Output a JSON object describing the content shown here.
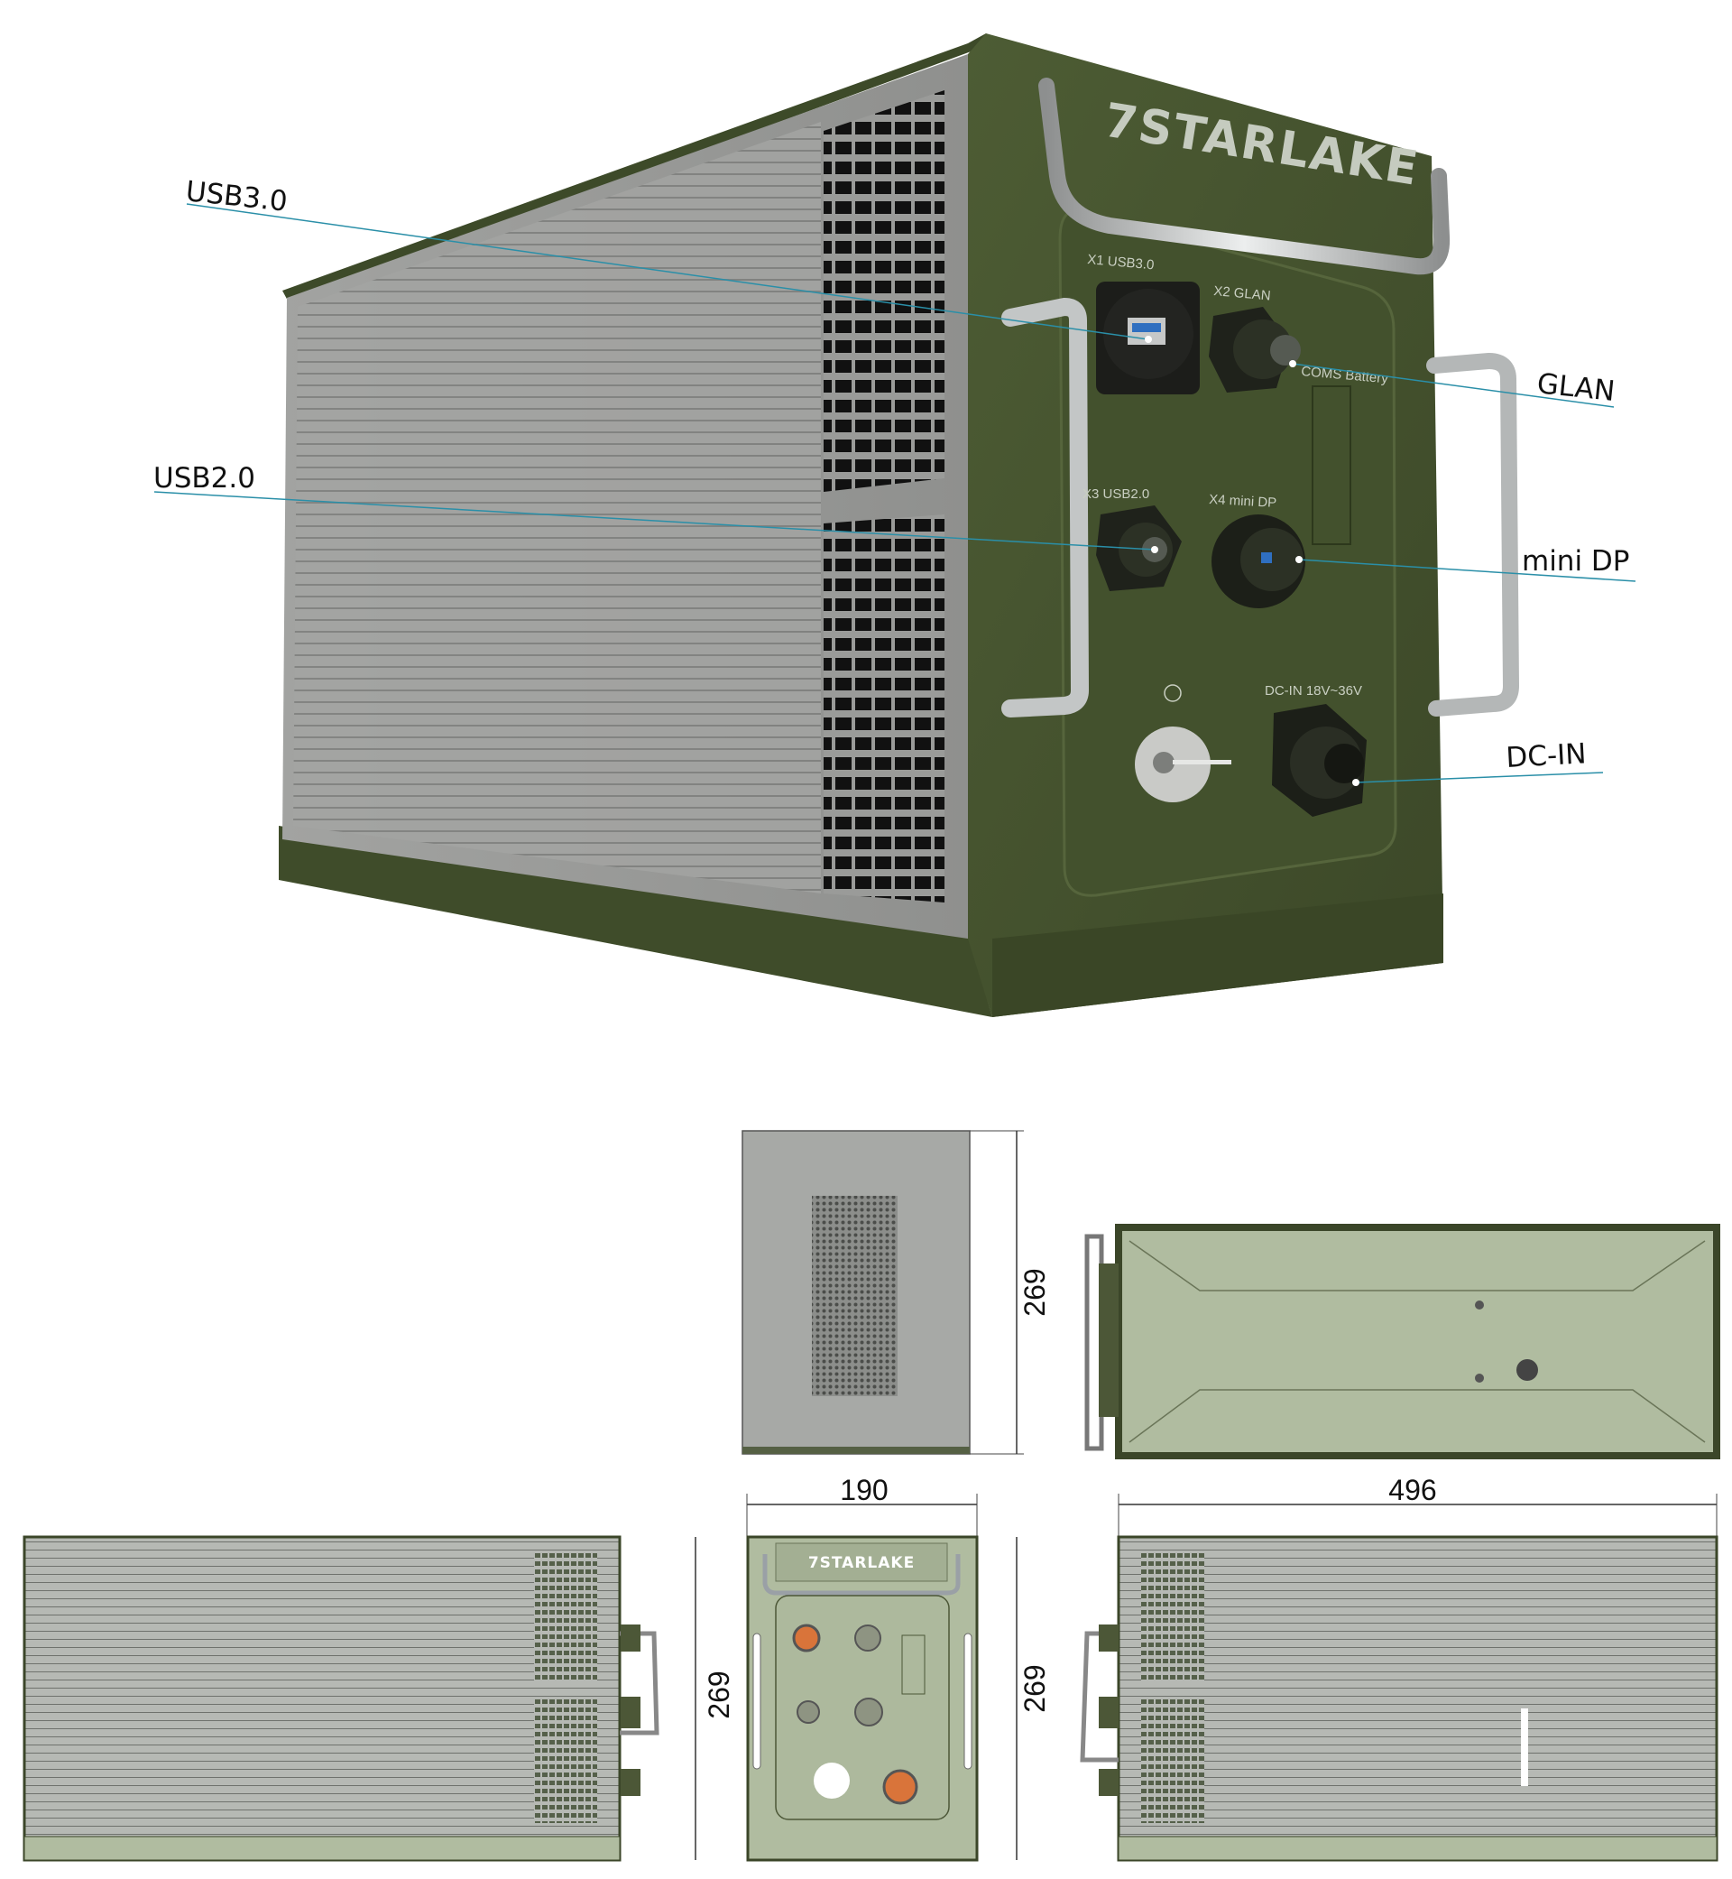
{
  "brand": "7STARLAKE",
  "callouts": {
    "usb30": "USB3.0",
    "usb20": "USB2.0",
    "glan": "GLAN",
    "minidp": "mini DP",
    "dcin": "DC-IN"
  },
  "panel_labels": {
    "x1": "X1 USB3.0",
    "x2": "X2 GLAN",
    "x3": "X3 USB2.0",
    "x4": "X4 mini DP",
    "battery": "COMS Battery",
    "dc": "DC-IN 18V~36V"
  },
  "dimensions": {
    "rear_height": "269",
    "front_width": "190",
    "top_length": "496",
    "left_height": "269",
    "front_height": "269"
  },
  "colors": {
    "chassis_green": "#46542f",
    "panel_grey": "#9c9d9b",
    "drawing_green": "#b0bca0",
    "callout_line": "#2a8fa8",
    "usb_blue": "#2f6fc0",
    "connector_orange": "#d9743a"
  }
}
